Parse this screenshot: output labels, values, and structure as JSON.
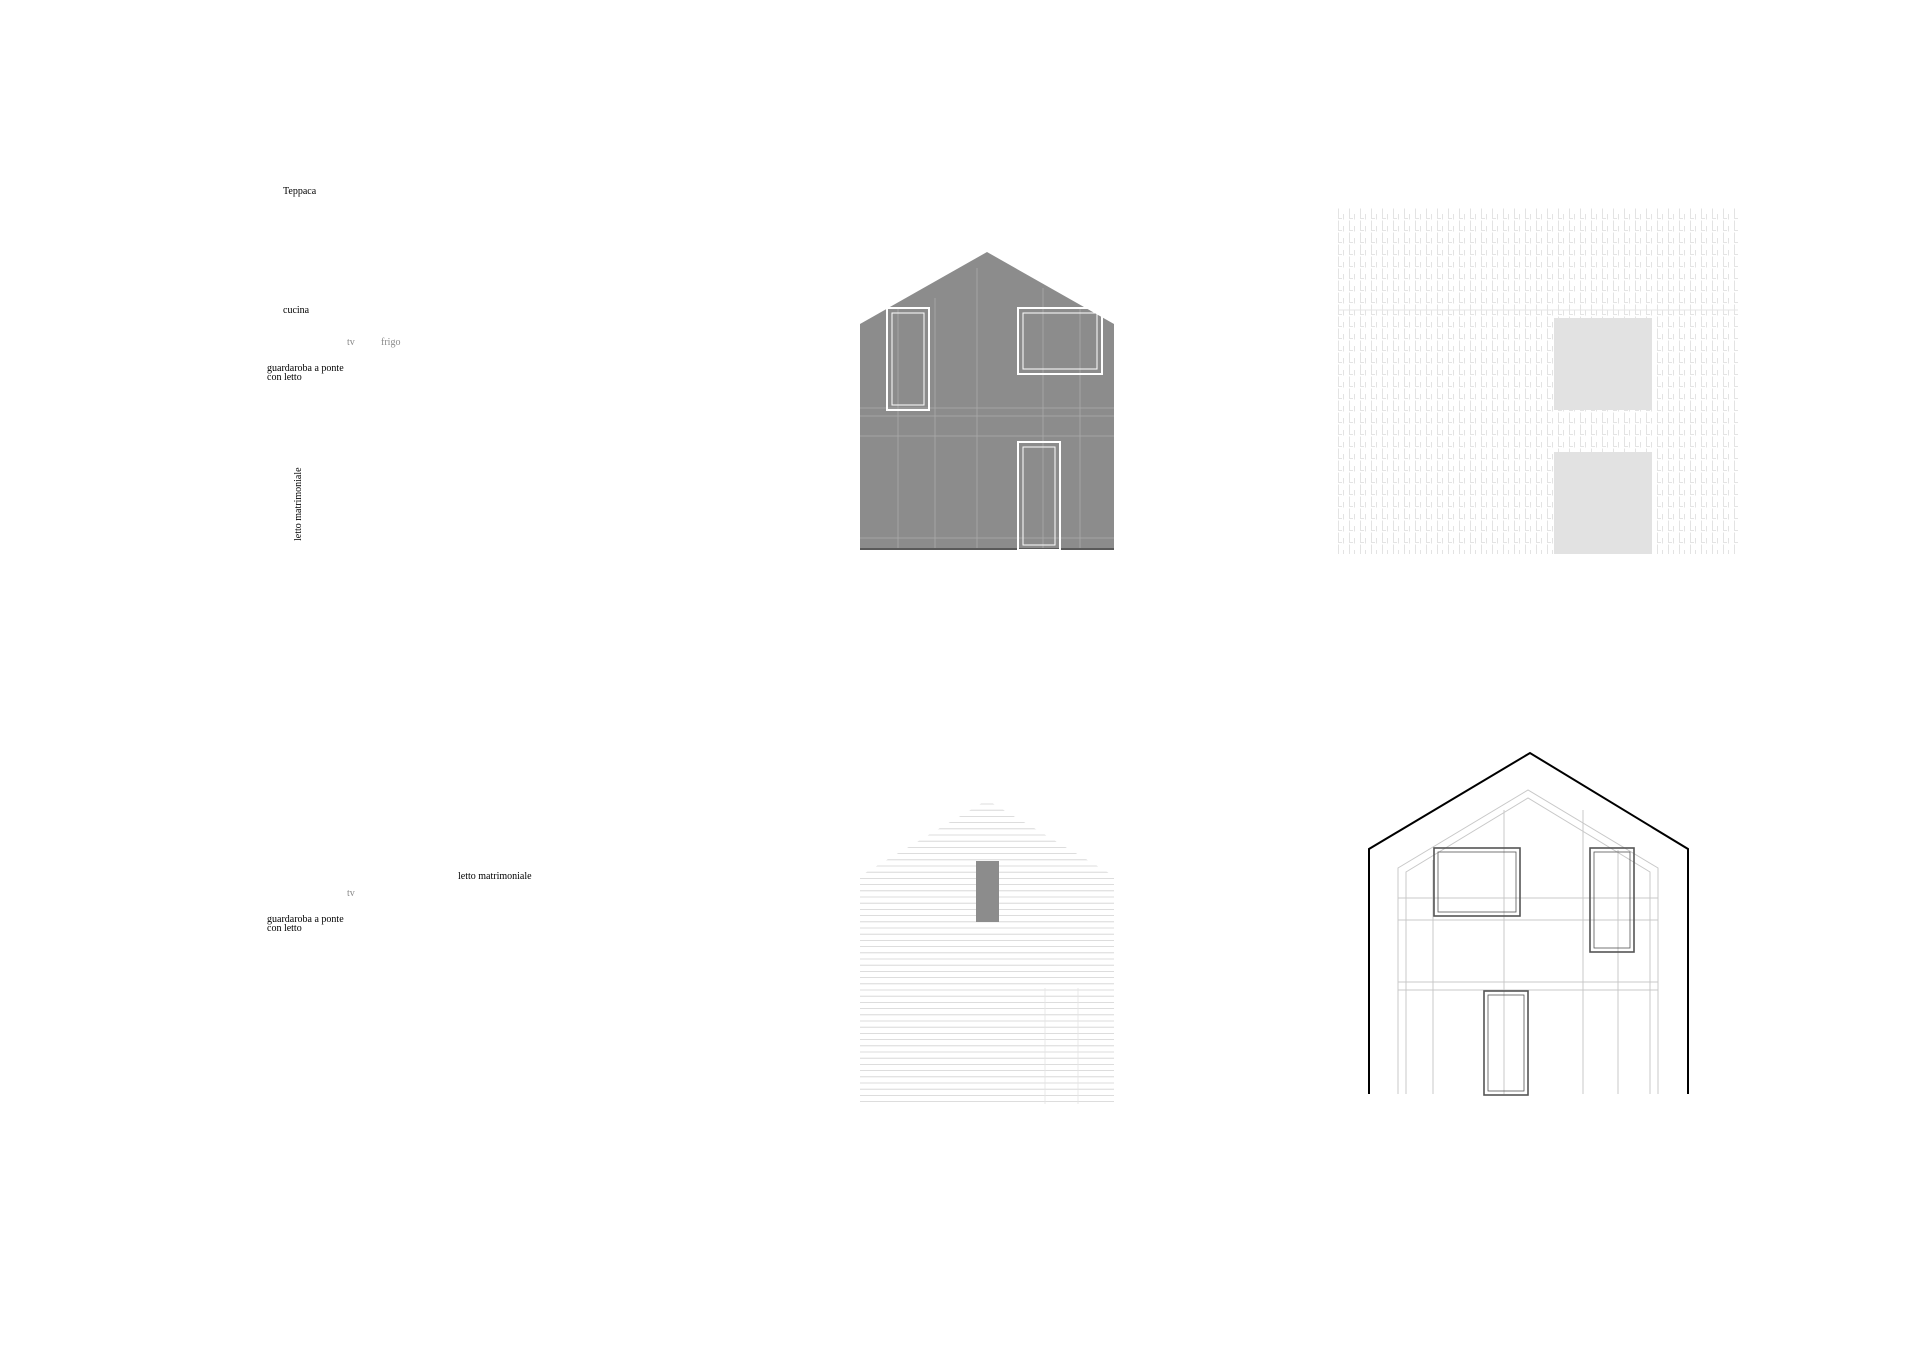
{
  "labels": {
    "terrace": "Teppaca",
    "kitchen": "cucina",
    "tv_1": "tv",
    "fridge": "frigo",
    "wardrobe_1_line1": "guardaroba  a ponte",
    "wardrobe_1_line2": "con letto",
    "double_bed_1": "letto matrimoniale",
    "double_bed_2": "letto matrimoniale",
    "tv_2": "tv",
    "wardrobe_2_line1": "guardaroba  a ponte",
    "wardrobe_2_line2": "con letto"
  },
  "colors": {
    "wall_grey": "#8c8c8c",
    "opening_light": "#e2e2e2",
    "line_light": "#d0d0d0",
    "ink": "#000000"
  }
}
